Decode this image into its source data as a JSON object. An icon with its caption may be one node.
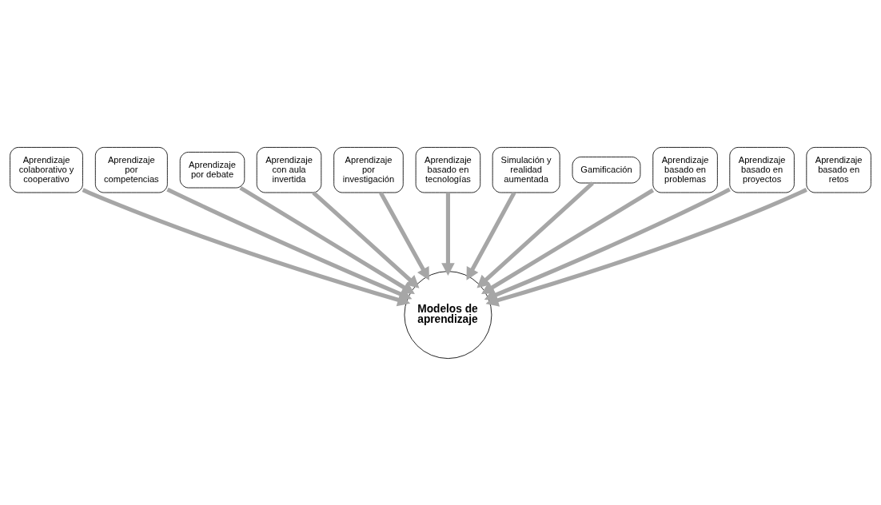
{
  "diagram": {
    "nodes": [
      {
        "text": [
          "Modelos de aprendizaje"
        ]
      },
      {
        "text": [
          "Aprendizaje colaborativo y cooperativo"
        ]
      },
      {
        "text": [
          "Aprendizaje por competencias"
        ]
      },
      {
        "text": [
          "Aprendizaje por debate"
        ]
      },
      {
        "text": [
          "Aprendizaje con aula invertida"
        ]
      },
      {
        "text": [
          "Aprendizaje por investigación"
        ]
      },
      {
        "text": [
          "Aprendizaje basado en tecnologías"
        ]
      },
      {
        "text": [
          "Simulación y realidad aumentada"
        ]
      },
      {
        "text": [
          "Gamificación"
        ]
      },
      {
        "text": [
          "Aprendizaje basado en problemas"
        ]
      },
      {
        "text": [
          "Aprendizaje basado en proyectos"
        ]
      },
      {
        "text": [
          "Aprendizaje basado en retos"
        ]
      }
    ],
    "edges": [
      {
        "from": 1,
        "to": 0,
        "arrow": "to"
      },
      {
        "from": 2,
        "to": 0,
        "arrow": "to"
      },
      {
        "from": 3,
        "to": 0,
        "arrow": "to"
      },
      {
        "from": 4,
        "to": 0,
        "arrow": "to"
      },
      {
        "from": 5,
        "to": 0,
        "arrow": "to"
      },
      {
        "from": 6,
        "to": 0,
        "arrow": "to"
      },
      {
        "from": 7,
        "to": 0,
        "arrow": "to"
      },
      {
        "from": 8,
        "to": 0,
        "arrow": "to"
      },
      {
        "from": 9,
        "to": 0,
        "arrow": "to"
      },
      {
        "from": 10,
        "to": 0,
        "arrow": "to"
      },
      {
        "from": 11,
        "to": 0,
        "arrow": "to"
      }
    ]
  }
}
